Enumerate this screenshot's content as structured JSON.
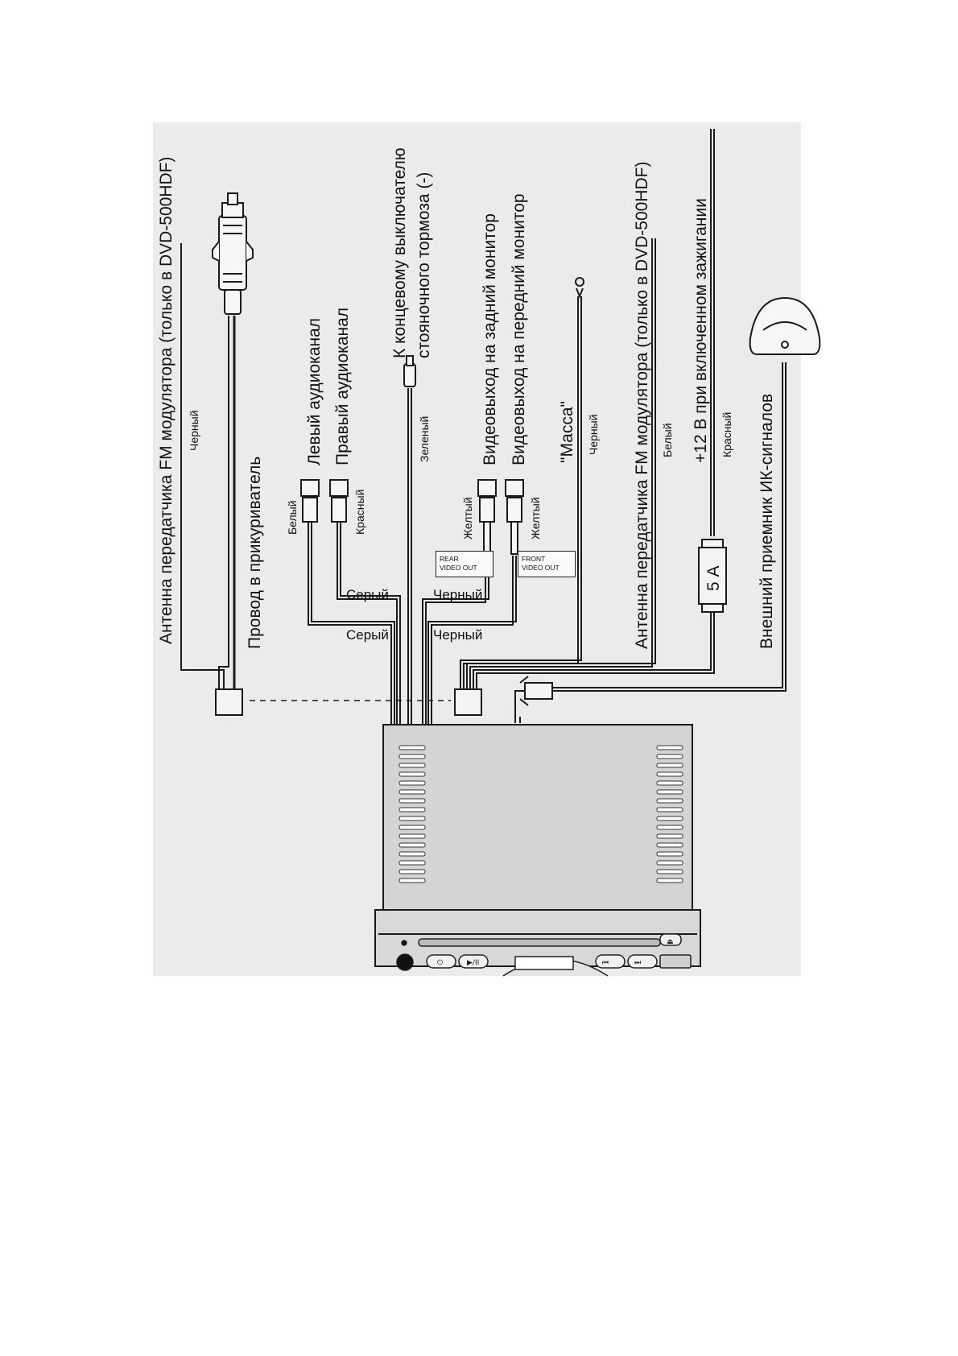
{
  "labels": {
    "fm_antenna_1": "Антенна передатчика FM модулятора (только в DVD-500HDF)",
    "fm_antenna_1_color": "Черный",
    "cigarette_wire": "Провод в прикуриватель",
    "left_audio": "Левый аудиоканал",
    "right_audio": "Правый аудиоканал",
    "left_audio_color": "Белый",
    "right_audio_color": "Красный",
    "grey_1": "Серый",
    "grey_2": "Серый",
    "brake_line1": "К концевому выключателю",
    "brake_line2": "стояночного тормоза (-)",
    "brake_color": "Зеленый",
    "rear_video": "Видеовыход на задний монитор",
    "front_video": "Видеовыход на передний монитор",
    "rear_video_color": "Желтый",
    "front_video_color": "Желтый",
    "black_1": "Черный",
    "black_2": "Черный",
    "rear_box_line1": "REAR",
    "rear_box_line2": "VIDEO OUT",
    "front_box_line1": "FRONT",
    "front_box_line2": "VIDEO OUT",
    "ground": "\"Масса\"",
    "ground_color": "Черный",
    "fm_antenna_2": "Антенна передатчика FM модулятора (только в DVD-500HDF)",
    "fm_antenna_2_color": "Белый",
    "ignition": "+12 В при включенном зажигании",
    "ignition_color": "Красный",
    "fuse": "5 А",
    "ir_receiver": "Внешний приемник ИК-сигналов"
  },
  "colors": {
    "panel_background": "#ebebeb",
    "line": "#1a1a1a",
    "unit_body": "#d4d4d4"
  }
}
